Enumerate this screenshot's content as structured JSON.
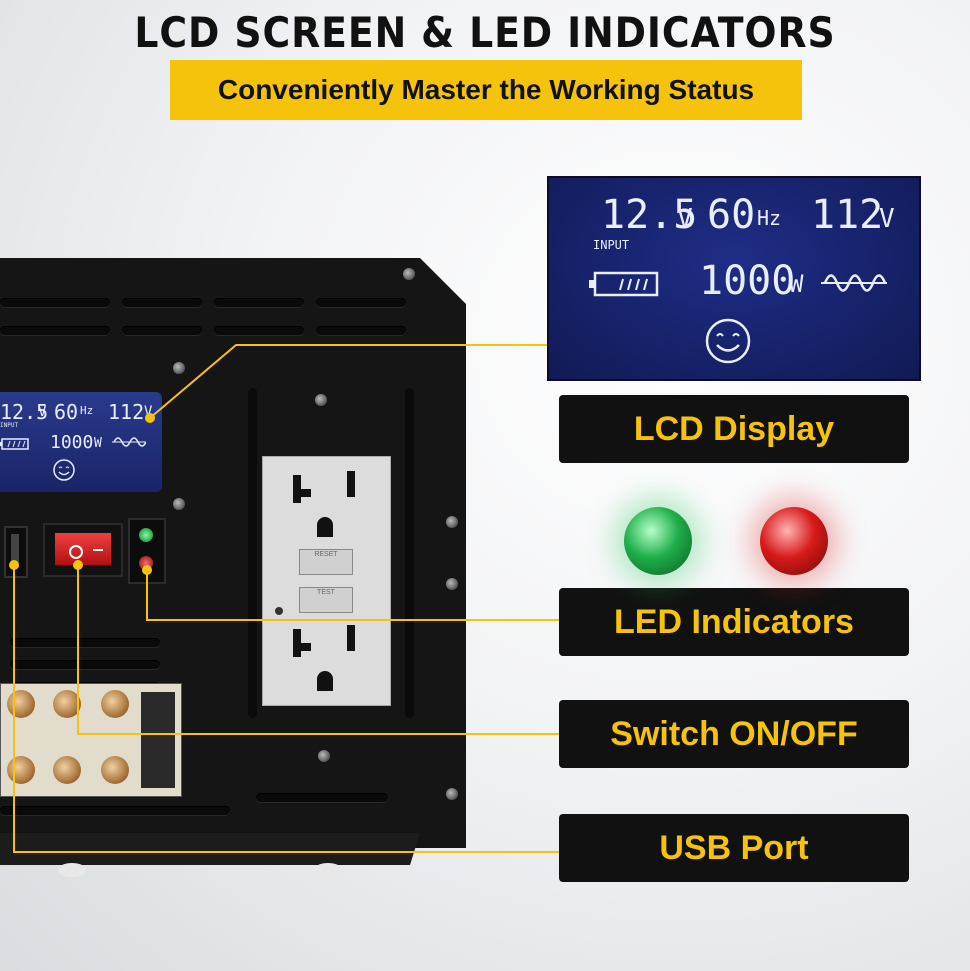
{
  "header": {
    "title": "LCD SCREEN & LED INDICATORS",
    "subtitle": "Conveniently Master the Working Status"
  },
  "lcd": {
    "input_voltage": "12.5",
    "input_unit": "V",
    "frequency": "60",
    "frequency_unit": "Hz",
    "output_voltage": "112",
    "output_unit": "V",
    "input_label": "INPUT",
    "power": "1000",
    "power_unit": "W",
    "battery_icon": "battery-icon",
    "wave_icon": "sine-wave-icon",
    "status_icon": "smiley-face-icon"
  },
  "outlet": {
    "reset_label": "RESET",
    "test_label": "TEST"
  },
  "callouts": {
    "lcd_display": "LCD Display",
    "led_indicators": "LED Indicators",
    "switch": "Switch ON/OFF",
    "usb_port": "USB Port"
  },
  "colors": {
    "accent_yellow": "#f5c30c",
    "callout_bg": "#111111",
    "led_green": "#1fae4a",
    "led_red": "#d81a1a",
    "lcd_blue": "#1a2468"
  }
}
